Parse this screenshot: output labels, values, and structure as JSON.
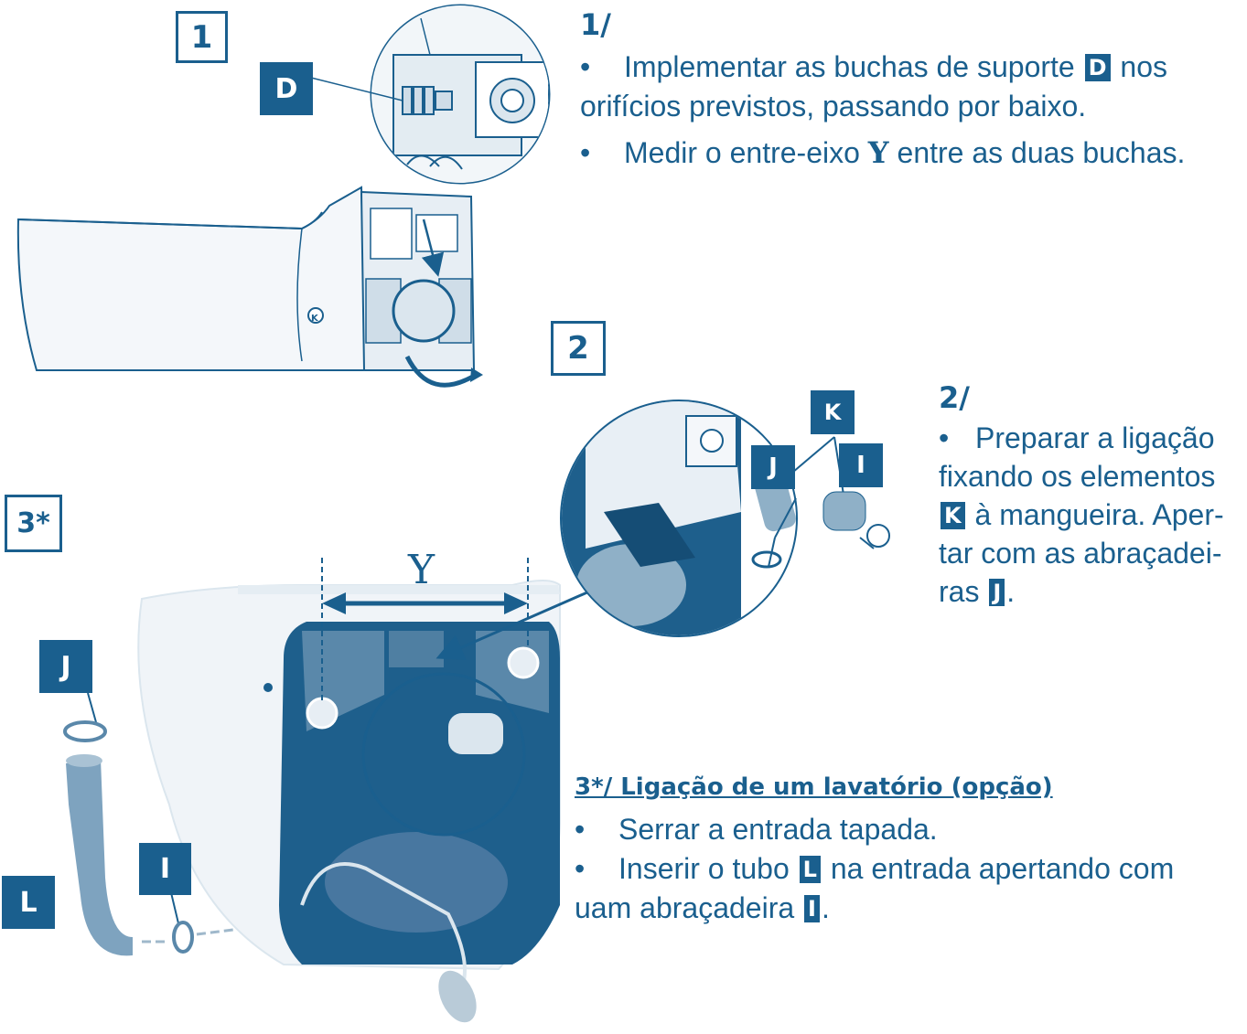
{
  "colors": {
    "accent": "#1a5f8e",
    "light": "#dbe6ee",
    "mid": "#8fb0c7"
  },
  "steps": {
    "s1": "1",
    "s2": "2",
    "s3": "3*"
  },
  "labels": {
    "D": "D",
    "K": "K",
    "J": "J",
    "I": "I",
    "L": "L",
    "Y": "Y"
  },
  "section1": {
    "heading": "1/",
    "bullet1_a": "Implementar as buchas de suporte",
    "bullet1_b": "nos",
    "bullet1_c": "orifícios previstos, passando por baixo.",
    "bullet2_a": "Medir o entre-eixo",
    "bullet2_b": "entre as duas buchas."
  },
  "section2": {
    "heading": "2/",
    "line1": "Preparar a ligação",
    "line2": "fixando os elementos",
    "line3": "à mangueira. Aper-",
    "line4": "tar com as abraçadei-",
    "line5a": "ras",
    "line5b": "."
  },
  "section3": {
    "heading": "3*/ Ligação de um lavatório (opção)",
    "bullet1": "Serrar a entrada tapada.",
    "bullet2_a": "Inserir o tubo",
    "bullet2_b": "na entrada apertando com",
    "bullet2_c": "uam abraçadeira",
    "bullet2_d": "."
  }
}
